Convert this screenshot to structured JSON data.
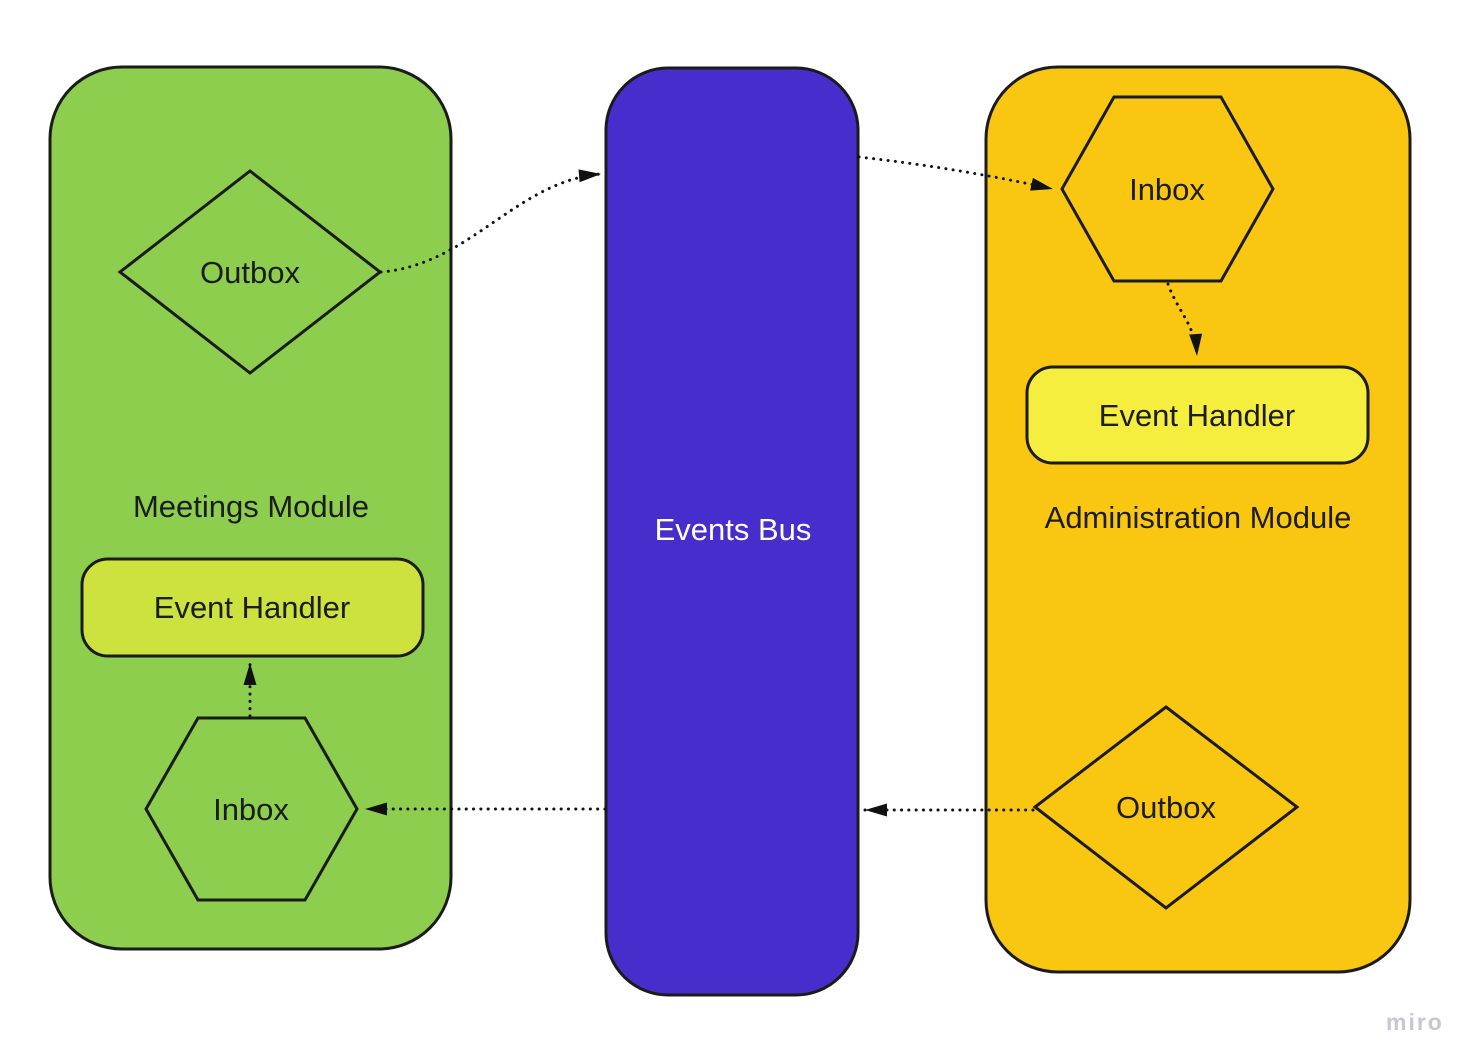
{
  "board": {
    "background": "#ffffff"
  },
  "colors": {
    "meetings_module_fill": "#8dce4e",
    "meetings_handler_fill": "#cde23f",
    "events_bus_fill": "#482dcd",
    "administration_module_fill": "#f9c711",
    "administration_handler_fill": "#f5ee3e",
    "outline": "#1b1b1b",
    "connector": "#111111",
    "bus_text": "#ffffff",
    "watermark_text": "#c7c6d3"
  },
  "modules": {
    "meetings": {
      "title": "Meetings Module",
      "outbox_label": "Outbox",
      "outbox_shape": "diamond",
      "event_handler_label": "Event Handler",
      "event_handler_shape": "rounded-rectangle",
      "inbox_label": "Inbox",
      "inbox_shape": "hexagon"
    },
    "events_bus": {
      "title": "Events Bus",
      "shape": "rounded-rectangle"
    },
    "administration": {
      "title": "Administration Module",
      "inbox_label": "Inbox",
      "inbox_shape": "hexagon",
      "event_handler_label": "Event Handler",
      "event_handler_shape": "rounded-rectangle",
      "outbox_label": "Outbox",
      "outbox_shape": "diamond"
    }
  },
  "connectors": [
    {
      "from": "meetings.outbox",
      "to": "events_bus",
      "style": "dotted",
      "arrow": "end"
    },
    {
      "from": "events_bus",
      "to": "administration.inbox",
      "style": "dotted",
      "arrow": "end"
    },
    {
      "from": "administration.inbox",
      "to": "administration.event_handler",
      "style": "dotted",
      "arrow": "end"
    },
    {
      "from": "administration.outbox",
      "to": "events_bus",
      "style": "dotted",
      "arrow": "end"
    },
    {
      "from": "events_bus",
      "to": "meetings.inbox",
      "style": "dotted",
      "arrow": "end"
    },
    {
      "from": "meetings.inbox",
      "to": "meetings.event_handler",
      "style": "dotted",
      "arrow": "end"
    }
  ],
  "watermark": {
    "label": "miro"
  }
}
